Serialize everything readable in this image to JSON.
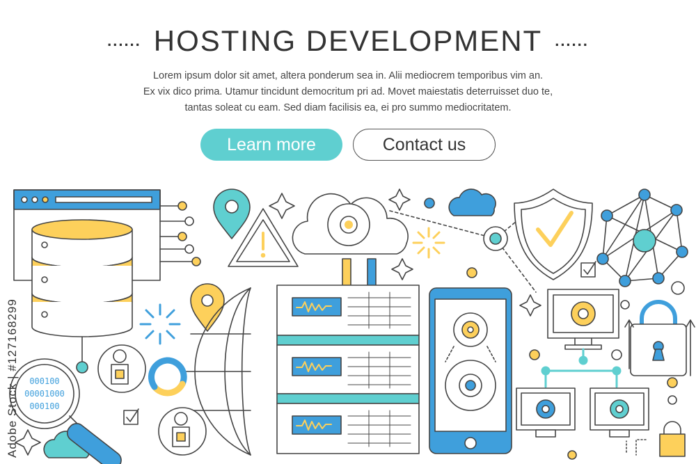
{
  "header": {
    "title": "HOSTING DEVELOPMENT",
    "dots_left": "......",
    "dots_right": "......",
    "description": [
      "Lorem ipsum dolor sit amet, altera ponderum sea in. Alii mediocrem temporibus vim an.",
      "Ex vix dico prima. Utamur tincidunt democritum pri ad. Movet maiestatis deterruisset duo te,",
      "tantas soleat cu eam. Sed diam facilisis ea, ei pro summo mediocritatem."
    ]
  },
  "buttons": {
    "learn_more": "Learn more",
    "contact_us": "Contact us"
  },
  "illustration": {
    "binary_lines": [
      "000100",
      "00001000",
      "000100"
    ],
    "watermark": "Adobe Stock | #127168299"
  },
  "colors": {
    "teal": "#5fcfd0",
    "yellow": "#fdd05b",
    "blue": "#3f9fdc",
    "outline": "#444444"
  }
}
